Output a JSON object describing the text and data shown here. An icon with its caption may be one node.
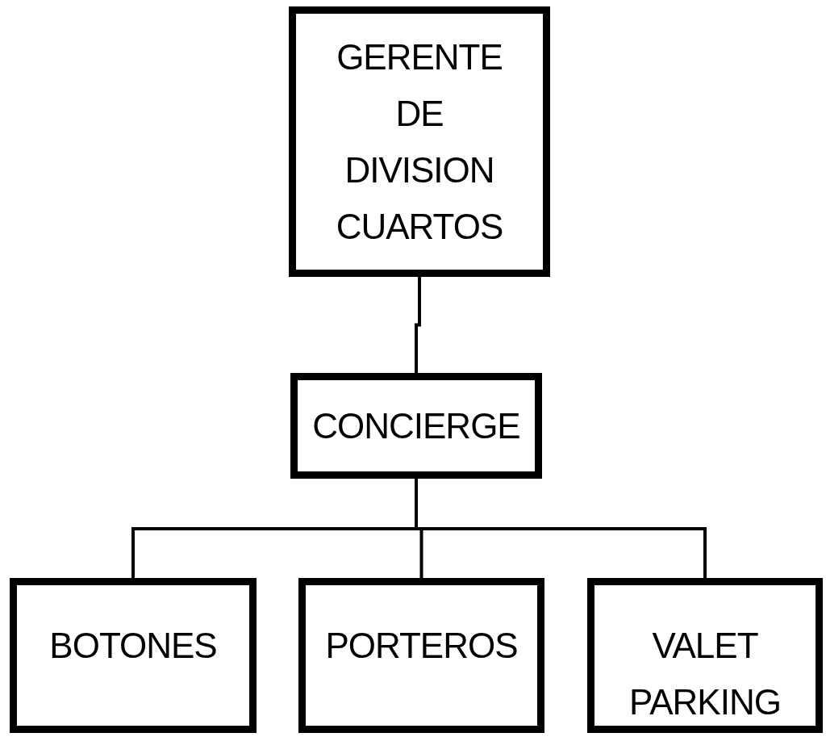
{
  "diagram": {
    "nodes": [
      {
        "text": [
          "GERENTE DE DIVISION CUARTOS"
        ]
      },
      {
        "text": [
          "CONCIERGE"
        ]
      },
      {
        "text": [
          "BOTONES"
        ]
      },
      {
        "text": [
          "PORTEROS"
        ]
      },
      {
        "text": [
          "VALET PARKING"
        ]
      }
    ],
    "edges": [
      {
        "from": 0,
        "to": 1,
        "arrow": "none"
      },
      {
        "from": 1,
        "to": 2,
        "arrow": "none"
      },
      {
        "from": 1,
        "to": 3,
        "arrow": "none"
      },
      {
        "from": 1,
        "to": 4,
        "arrow": "none"
      }
    ]
  }
}
